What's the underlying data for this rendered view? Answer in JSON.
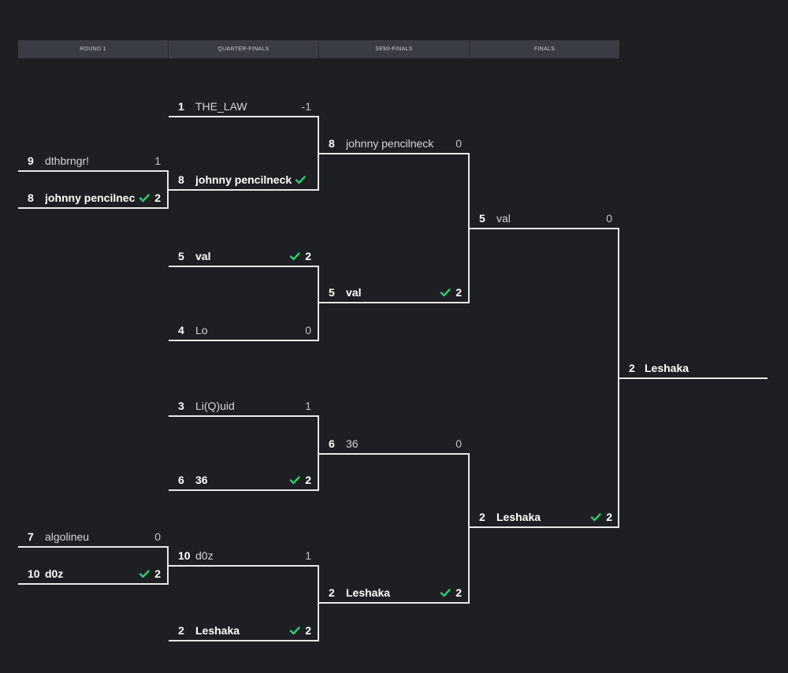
{
  "rounds": [
    "ROUND 1",
    "QUARTER-FINALS",
    "SEMI-FINALS",
    "FINALS"
  ],
  "colors": {
    "check": "#2ecc71",
    "line": "#e8e8e8",
    "header": "#3a3c43",
    "background": "#1e1f22"
  },
  "round1": [
    {
      "seed": "9",
      "name": "dthbrngr!",
      "score": "1",
      "winner": false
    },
    {
      "seed": "8",
      "name": "johnny pencilneck",
      "score": "2",
      "winner": true
    },
    {
      "seed": "7",
      "name": "algolineu",
      "score": "0",
      "winner": false
    },
    {
      "seed": "10",
      "name": "d0z",
      "score": "2",
      "winner": true
    }
  ],
  "quarterfinals": [
    {
      "seed": "1",
      "name": "THE_LAW",
      "score": "-1",
      "winner": false
    },
    {
      "seed": "8",
      "name": "johnny pencilneck",
      "score": "",
      "winner": true
    },
    {
      "seed": "5",
      "name": "val",
      "score": "2",
      "winner": true
    },
    {
      "seed": "4",
      "name": "Lo",
      "score": "0",
      "winner": false
    },
    {
      "seed": "3",
      "name": "Li(Q)uid",
      "score": "1",
      "winner": false
    },
    {
      "seed": "6",
      "name": "36",
      "score": "2",
      "winner": true
    },
    {
      "seed": "10",
      "name": "d0z",
      "score": "1",
      "winner": false
    },
    {
      "seed": "2",
      "name": "Leshaka",
      "score": "2",
      "winner": true
    }
  ],
  "semifinals": [
    {
      "seed": "8",
      "name": "johnny pencilneck",
      "score": "0",
      "winner": false
    },
    {
      "seed": "5",
      "name": "val",
      "score": "2",
      "winner": true
    },
    {
      "seed": "6",
      "name": "36",
      "score": "0",
      "winner": false
    },
    {
      "seed": "2",
      "name": "Leshaka",
      "score": "2",
      "winner": true
    }
  ],
  "finals": [
    {
      "seed": "5",
      "name": "val",
      "score": "0",
      "winner": false
    },
    {
      "seed": "2",
      "name": "Leshaka",
      "score": "2",
      "winner": true
    }
  ],
  "champion": {
    "seed": "2",
    "name": "Leshaka"
  }
}
